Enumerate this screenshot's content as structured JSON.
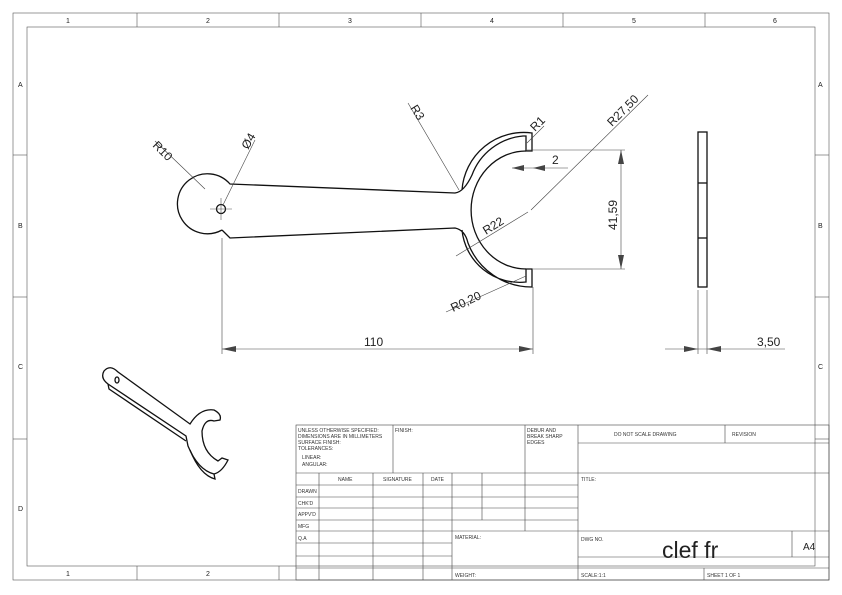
{
  "frame": {
    "top_zones": [
      "1",
      "2",
      "3",
      "4",
      "5",
      "6"
    ],
    "bottom_zones": [
      "1",
      "2"
    ],
    "side_zones": [
      "A",
      "B",
      "C",
      "D"
    ]
  },
  "dimensions": {
    "r10": "R10",
    "d4": "Ø4",
    "r3": "R3",
    "r1": "R1",
    "r27": "R27,50",
    "w2": "2",
    "h41": "41,59",
    "r22": "R22",
    "r020": "R0,20",
    "len110": "110",
    "t350": "3,50"
  },
  "title_block": {
    "unless": [
      "UNLESS OTHERWISE SPECIFIED:",
      "DIMENSIONS ARE IN MILLIMETERS",
      "SURFACE FINISH:",
      "TOLERANCES:",
      "LINEAR:",
      "ANGULAR:"
    ],
    "finish": "FINISH:",
    "deburr": [
      "DEBUR AND",
      "BREAK SHARP",
      "EDGES"
    ],
    "do_not_scale": "DO NOT SCALE DRAWING",
    "revision": "REVISION",
    "col_name": "NAME",
    "col_signature": "SIGNATURE",
    "col_date": "DATE",
    "rows": [
      "DRAWN",
      "CHK'D",
      "APPV'D",
      "MFG",
      "Q.A"
    ],
    "title_label": "TITLE:",
    "material": "MATERIAL:",
    "dwg_no": "DWG NO.",
    "drawing_name": "clef fr",
    "size": "A4",
    "weight": "WEIGHT:",
    "scale": "SCALE:1:1",
    "sheet": "SHEET 1 OF 1"
  }
}
